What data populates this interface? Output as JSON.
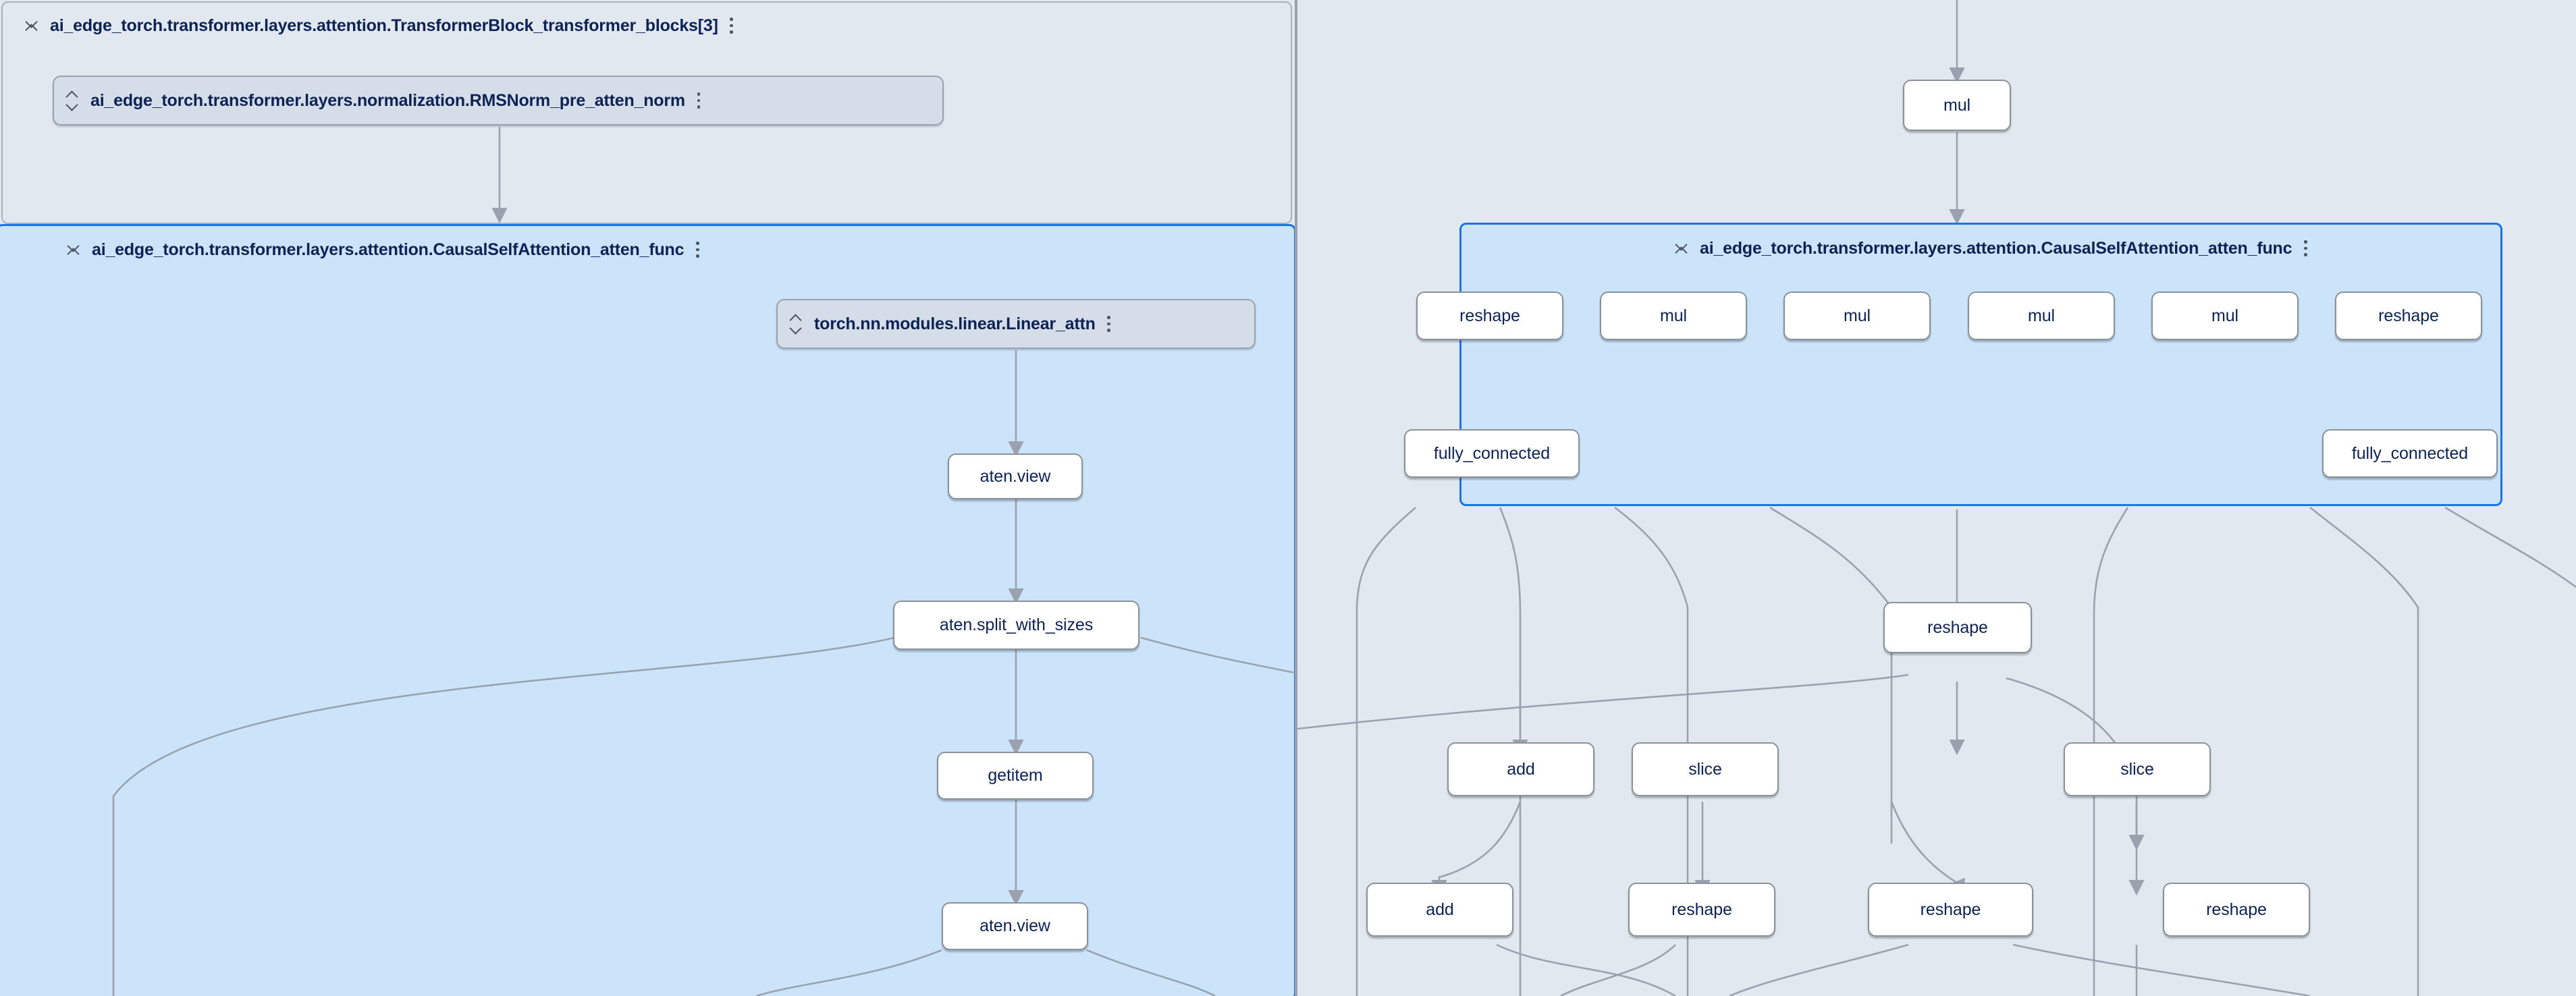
{
  "app": {
    "background_color": "#e2e8f0",
    "selected_group_fill": "#cce4fa",
    "selected_group_border": "#1a73e8",
    "node_fill": "#ffffff",
    "node_border": "#8b9199",
    "edge_color": "#9aa3ad",
    "text_color": "#0d2255"
  },
  "left_panel": {
    "root_group": {
      "title": "ai_edge_torch.transformer.layers.attention.TransformerBlock_transformer_blocks[3]",
      "expand_icon": "collapse-chevrons-icon",
      "menu_icon": "more-vert-icon"
    },
    "collapsed_groups": [
      {
        "label": "ai_edge_torch.transformer.layers.normalization.RMSNorm_pre_atten_norm",
        "expand_icon": "expand-chevrons-icon",
        "menu_icon": "more-vert-icon"
      },
      {
        "label": "torch.nn.modules.linear.Linear_attn",
        "expand_icon": "expand-chevrons-icon",
        "menu_icon": "more-vert-icon"
      }
    ],
    "selected_group": {
      "title": "ai_edge_torch.transformer.layers.attention.CausalSelfAttention_atten_func",
      "expand_icon": "collapse-chevrons-icon",
      "menu_icon": "more-vert-icon"
    },
    "nodes": [
      {
        "id": "l-view-1",
        "label": "aten.view"
      },
      {
        "id": "l-split",
        "label": "aten.split_with_sizes"
      },
      {
        "id": "l-getitem",
        "label": "getitem"
      },
      {
        "id": "l-view-2",
        "label": "aten.view"
      }
    ]
  },
  "right_panel": {
    "nodes_above": [
      {
        "id": "r-mul-top",
        "label": "mul"
      }
    ],
    "selected_group": {
      "title": "ai_edge_torch.transformer.layers.attention.CausalSelfAttention_atten_func",
      "expand_icon": "collapse-chevrons-icon",
      "menu_icon": "more-vert-icon"
    },
    "group_nodes_row1": [
      {
        "id": "r-reshape-a",
        "label": "reshape"
      },
      {
        "id": "r-mul-1",
        "label": "mul"
      },
      {
        "id": "r-mul-2",
        "label": "mul"
      },
      {
        "id": "r-mul-3",
        "label": "mul"
      },
      {
        "id": "r-mul-4",
        "label": "mul"
      },
      {
        "id": "r-reshape-b",
        "label": "reshape"
      }
    ],
    "group_nodes_row2": [
      {
        "id": "r-fc-1",
        "label": "fully_connected"
      },
      {
        "id": "r-fc-2",
        "label": "fully_connected"
      }
    ],
    "nodes_below": [
      {
        "id": "r-reshape-c",
        "label": "reshape"
      },
      {
        "id": "r-add-1",
        "label": "add"
      },
      {
        "id": "r-slice-1",
        "label": "slice"
      },
      {
        "id": "r-slice-2",
        "label": "slice"
      },
      {
        "id": "r-add-2",
        "label": "add"
      },
      {
        "id": "r-reshape-d",
        "label": "reshape"
      },
      {
        "id": "r-reshape-e",
        "label": "reshape"
      },
      {
        "id": "r-reshape-f",
        "label": "reshape"
      }
    ]
  }
}
